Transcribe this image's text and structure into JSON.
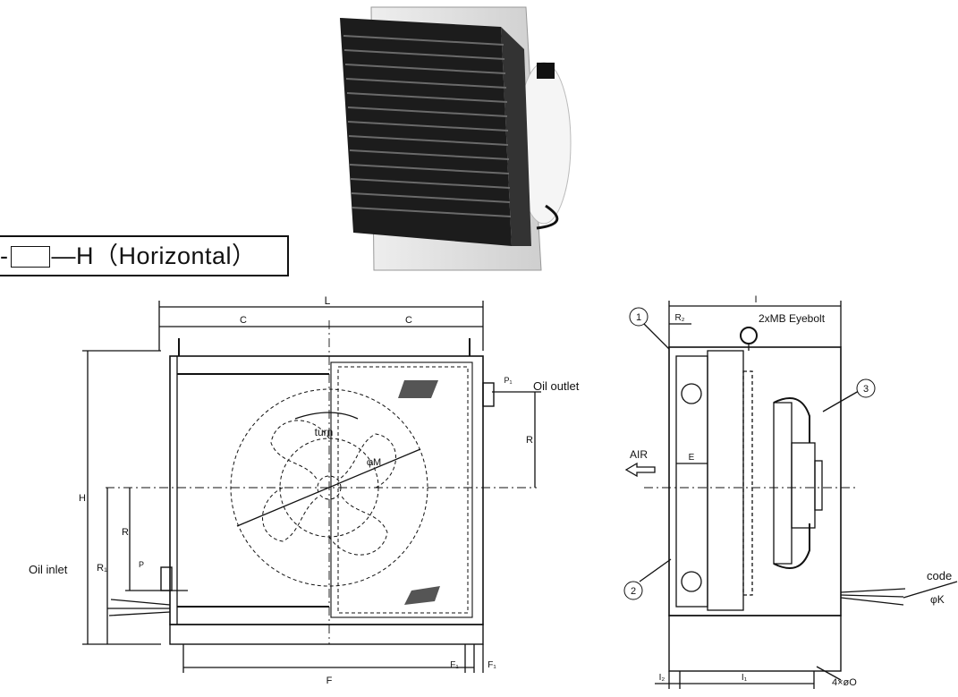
{
  "title": {
    "prefix": "-",
    "suffix": "—H（Horizontal）"
  },
  "front_view": {
    "dimensions": {
      "L": "L",
      "C_left": "C",
      "C_right": "C",
      "H": "H",
      "R_top": "R",
      "R_bottom": "R",
      "R1": "R₁",
      "P_top": "P₁",
      "P_bottom": "P",
      "F": "F",
      "F1_left": "F₁",
      "F1_right": "F₁",
      "phiM": "φM"
    },
    "labels": {
      "oil_outlet": "Oil outlet",
      "oil_inlet": "Oil inlet",
      "turn": "turn"
    }
  },
  "side_view": {
    "dimensions": {
      "I": "I",
      "R2": "R₂",
      "E": "E",
      "I1": "I₁",
      "I2": "I₂",
      "holes": "4×øO"
    },
    "labels": {
      "eyebolt": "2xMB Eyebolt",
      "air": "AIR",
      "code": "code",
      "phiK": "φK"
    },
    "callouts": [
      "1",
      "2",
      "3"
    ]
  }
}
